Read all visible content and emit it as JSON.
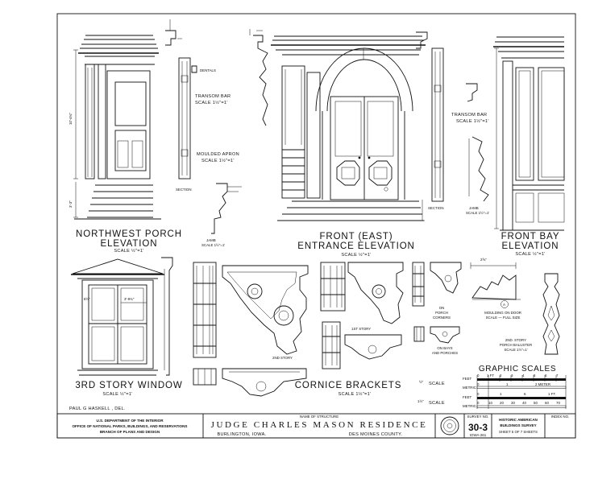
{
  "sheet": {
    "views": {
      "northwest_porch": {
        "title": "NORTHWEST PORCH",
        "title2": "ELEVATION",
        "scale": "SCALE ½\"=1'",
        "dims": [
          "10'-4¾\"",
          "3'-3\""
        ]
      },
      "transom_bar_left": {
        "title": "TRANSOM BAR",
        "scale": "SCALE 1½\"=1'"
      },
      "dentals": {
        "label": "DENTALS"
      },
      "moulded_apron": {
        "title": "MOULDED APRON",
        "scale": "SCALE 1½\"=1'"
      },
      "section_left": {
        "label": "SECTION"
      },
      "jamb_left": {
        "label": "JAMB",
        "scale": "SCALE 1½\"=1'"
      },
      "front_entrance": {
        "title": "FRONT (EAST)",
        "title2": "ENTRANCE ELEVATION",
        "scale": "SCALE ½\"=1'"
      },
      "section_right": {
        "label": "SECTION"
      },
      "transom_bar_right": {
        "title": "TRANSOM BAR",
        "scale": "SCALE 1½\"=1'"
      },
      "jamb_right": {
        "label": "JAMB",
        "scale": "SCALE 1½\"=1'"
      },
      "front_bay": {
        "title": "FRONT BAY",
        "title2": "ELEVATION",
        "scale": "SCALE ½\"=1'"
      },
      "third_story_window": {
        "title": "3RD STORY WINDOW",
        "scale": "SCALE ½\"=1'",
        "dims": [
          "3'-9¾\"",
          "8½\""
        ]
      },
      "second_story_label": {
        "label": "2ND STORY"
      },
      "first_story_label": {
        "label": "1ST STORY"
      },
      "cornice_brackets": {
        "title": "CORNICE BRACKETS",
        "scale": "SCALE 1½\"=1'"
      },
      "on_porch_corners": {
        "l1": "ON",
        "l2": "PORCH",
        "l3": "CORNERS"
      },
      "on_bays": {
        "l1": "ON BAYS",
        "l2": "AND PORCHES"
      },
      "moulding_on_door": {
        "l1": "MOULDING ON DOOR",
        "l2": "SCALE — FULL SIZE",
        "dim": "2⅝\"",
        "marker": "A"
      },
      "porch_baluster": {
        "l1": "2ND. STORY",
        "l2": "PORCH BALUSTER",
        "l3": "SCALE 1½\"=1'"
      }
    },
    "graphic_scales": {
      "title": "GRAPHIC SCALES",
      "side_label_top": "½\"",
      "side_label_bottom": "1½\"",
      "scale_word": "SCALE",
      "rows": [
        {
          "label": "FEET",
          "ticks": [
            "0",
            "1 FT",
            "2",
            "3",
            "4",
            "5",
            "6",
            "7"
          ]
        },
        {
          "label": "METRIC",
          "ticks": [
            "0",
            "1",
            "2 METER"
          ]
        },
        {
          "label": "FEET",
          "ticks": [
            "0",
            "1",
            "",
            "6",
            "",
            "1 FT."
          ]
        },
        {
          "label": "METRIC",
          "ticks": [
            "0",
            "10",
            "20",
            "30",
            "40",
            "50",
            "60",
            "70"
          ]
        }
      ]
    },
    "delineator": "PAUL G HASKELL , DEL.",
    "title_block": {
      "agency_l1": "U.S. DEPARTMENT OF THE INTERIOR",
      "agency_l2": "OFFICE OF NATIONAL PARKS, BUILDINGS, AND RESERVATIONS",
      "agency_l3": "BRANCH OF PLANS AND DESIGN",
      "name_caption": "NAME OF STRUCTURE",
      "structure_name": "JUDGE CHARLES MASON RESIDENCE",
      "city": "BURLINGTON, IOWA.",
      "county": "DES MOINES COUNTY.",
      "survey_caption": "SURVEY NO.",
      "survey_no": "30-3",
      "survey_small": "IOWA-261",
      "habs_l1": "HISTORIC AMERICAN",
      "habs_l2": "BUILDINGS SURVEY",
      "sheet_of": "SHEET 5 OF 7 SHEETS",
      "index_caption": "INDEX NO."
    }
  }
}
